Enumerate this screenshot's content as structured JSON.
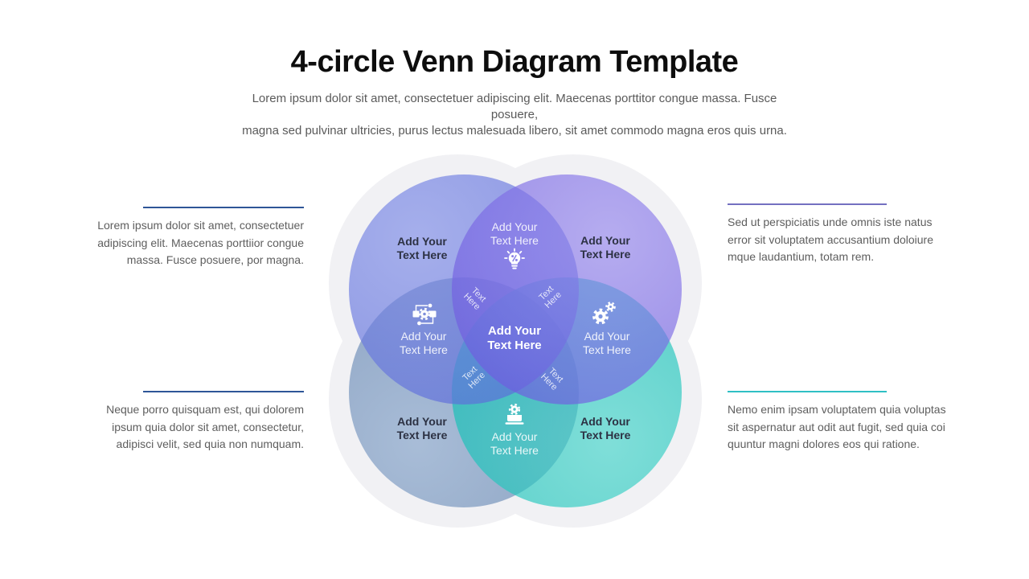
{
  "header": {
    "title": "4-circle Venn Diagram Template",
    "subtitle_line1": "Lorem ipsum dolor sit amet, consectetuer adipiscing elit. Maecenas porttitor congue massa. Fusce posuere,",
    "subtitle_line2": "magna sed pulvinar ultricies, purus lectus malesuada libero, sit amet commodo magna eros quis urna."
  },
  "side_notes": {
    "top_left": {
      "text": "Lorem ipsum dolor sit amet, consectetuer adipiscing elit. Maecenas porttiior congue massa. Fusce posuere, por magna.",
      "accent": "#2e5597"
    },
    "bottom_left": {
      "text": "Neque porro quisquam est, qui dolorem ipsum quia dolor sit amet, consectetur, adipisci velit, sed quia non numquam.",
      "accent": "#2e5597"
    },
    "top_right": {
      "text": "Sed ut perspiciatis unde omnis iste natus error sit voluptatem accusantium doloiure mque laudantium, totam rem.",
      "accent": "#7470c0"
    },
    "bottom_right": {
      "text": "Nemo enim ipsam voluptatem quia voluptas sit aspernatur aut odit aut fugit, sed quia coi quuntur magni dolores eos qui ratione.",
      "accent": "#2fc0c4"
    }
  },
  "venn": {
    "circles": {
      "top_left": {
        "placeholder": [
          "Add Your",
          "Text Here"
        ],
        "color": "#6877e0"
      },
      "top_right": {
        "placeholder": [
          "Add Your",
          "Text Here"
        ],
        "color": "#7a68e4"
      },
      "bottom_left": {
        "placeholder": [
          "Add Your",
          "Text Here"
        ],
        "color": "#6b88b0"
      },
      "bottom_right": {
        "placeholder": [
          "Add Your",
          "Text Here"
        ],
        "color": "#10c3b7"
      }
    },
    "intersections": {
      "top": {
        "placeholder": [
          "Add Your",
          "Text Here"
        ],
        "icon": "lightbulb-idea-icon"
      },
      "left": {
        "placeholder": [
          "Add Your",
          "Text Here"
        ],
        "icon": "process-flow-icon"
      },
      "right": {
        "placeholder": [
          "Add Your",
          "Text Here"
        ],
        "icon": "gears-icon"
      },
      "bottom": {
        "placeholder": [
          "Add Your",
          "Text Here"
        ],
        "icon": "device-settings-icon"
      },
      "center": {
        "placeholder": [
          "Add Your",
          "Text Here"
        ]
      },
      "diagonal": {
        "placeholder": [
          "Text",
          "Here"
        ]
      }
    }
  },
  "palette": {
    "silhouette": "#f1f1f4",
    "navy_accent": "#2e5597",
    "purple_accent": "#7470c0",
    "teal_accent": "#2fc0c4",
    "body_text": "#5e5e5e",
    "dark_label": "#2d3244",
    "title_color": "#0d0d0d"
  }
}
